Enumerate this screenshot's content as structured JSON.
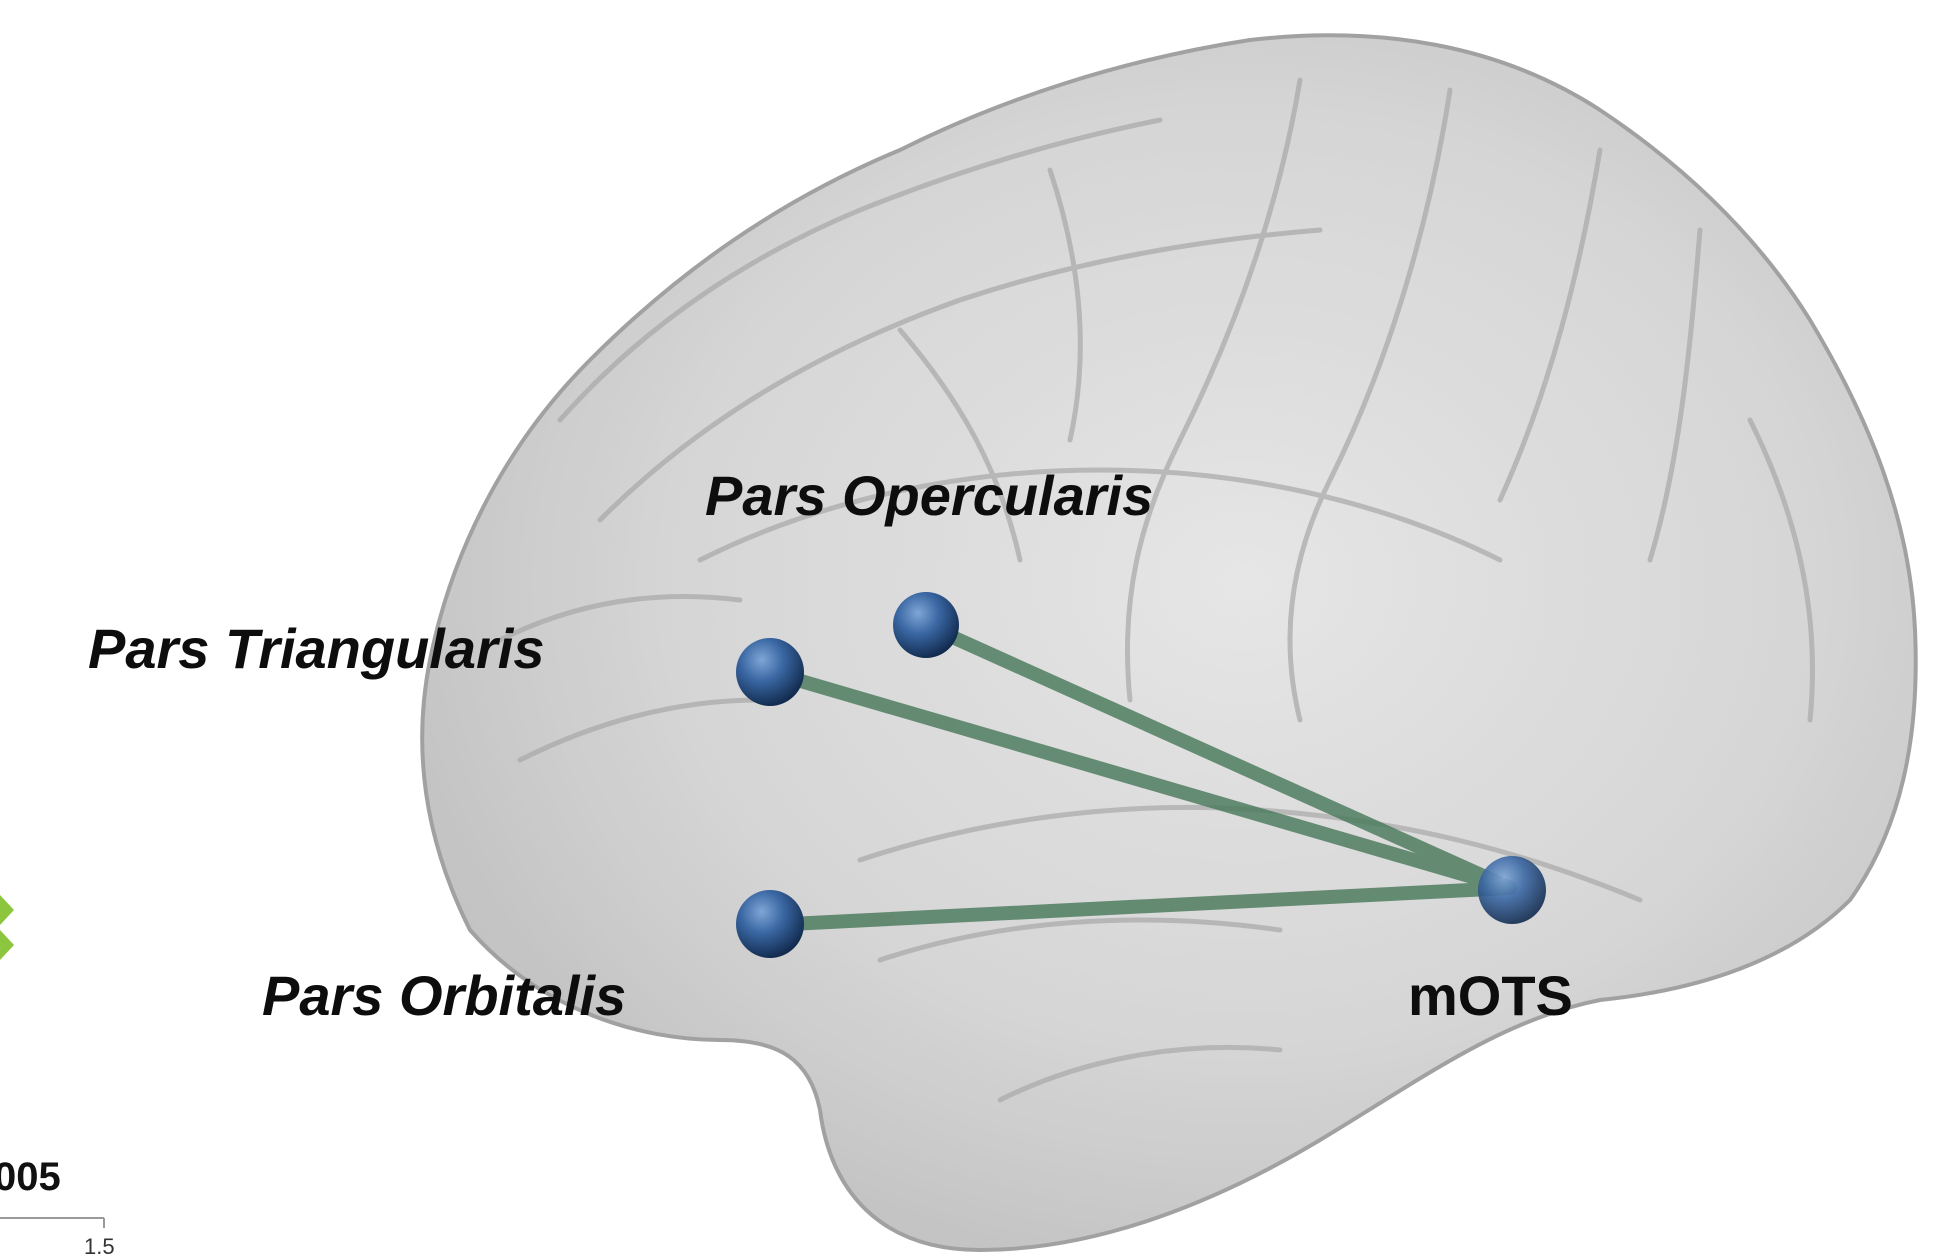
{
  "figure": {
    "labels": {
      "pars_opercularis": "Pars Opercularis",
      "pars_triangularis": "Pars Triangularis",
      "pars_orbitalis": "Pars Orbitalis",
      "mots": "mOTS"
    },
    "cropped_fragments": {
      "text_fragment": "005",
      "tick_label": "1.5"
    },
    "connections": [
      {
        "from": "Pars Opercularis",
        "to": "mOTS"
      },
      {
        "from": "Pars Triangularis",
        "to": "mOTS"
      },
      {
        "from": "Pars Orbitalis",
        "to": "mOTS"
      }
    ],
    "colors": {
      "brain_fill": "#cfcfcf",
      "brain_outline": "#9a9a9a",
      "node": "#2f5d96",
      "edge": "#4a7a5c",
      "arrow_fragment": "#8cc63e"
    }
  }
}
